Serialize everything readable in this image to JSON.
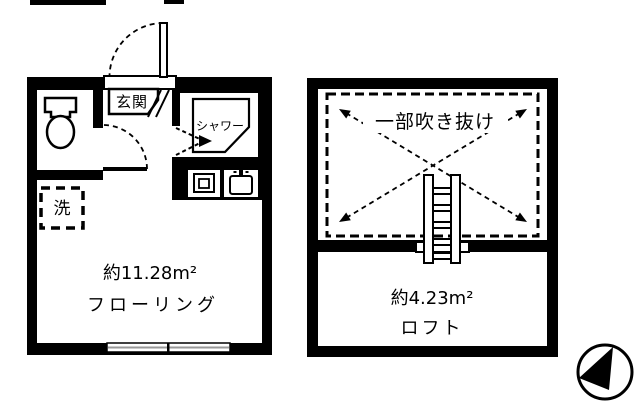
{
  "colors": {
    "ink": "#000000",
    "paper": "#ffffff",
    "window_glass_line": "#999999"
  },
  "main_floor": {
    "entrance_label": "玄関",
    "shower_label": "シャワー",
    "laundry_label": "洗",
    "area_label": "約11.28m²",
    "flooring_label": "フローリング",
    "icons": [
      "toilet-icon",
      "entrance-door-swing-icon",
      "interior-door-swing-icon",
      "shower-stall-icon",
      "shower-door-arrow-icon",
      "washing-machine-icon",
      "sink-icon",
      "sliding-window-icon",
      "laundry-space-dashed-box"
    ]
  },
  "loft_floor": {
    "void_label": "一部吹き抜け",
    "area_label": "約4.23m²",
    "loft_label": "ロフト",
    "icons": [
      "void-dashed-boundary",
      "void-cross-dashed-arrows",
      "ladder-icon"
    ]
  },
  "compass": {
    "icon": "north-arrow-icon"
  }
}
